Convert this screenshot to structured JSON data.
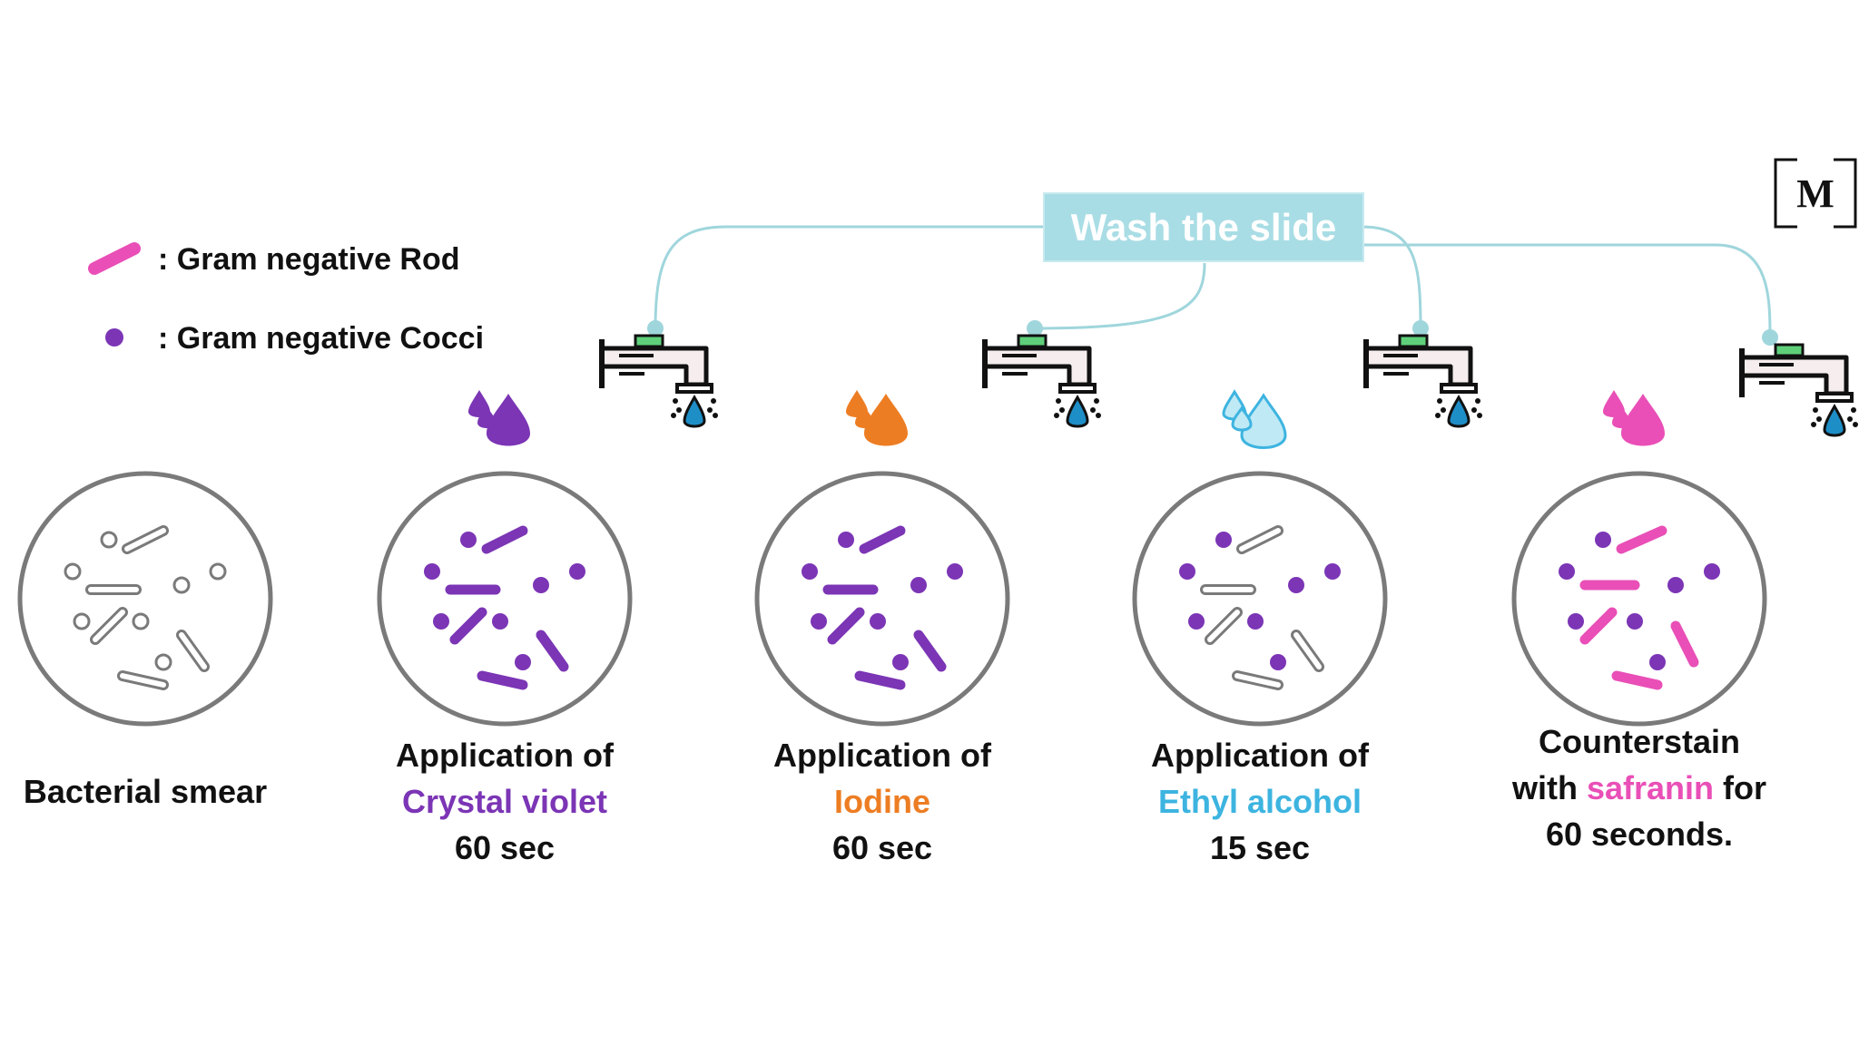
{
  "legend": {
    "rod_label": ": Gram negative Rod",
    "cocci_label": ": Gram negative Cocci"
  },
  "wash": {
    "label": "Wash the slide"
  },
  "logo": {
    "text": "M"
  },
  "colors": {
    "violet": "#7b35b5",
    "orange": "#ed7d23",
    "cyan": "#3db4e0",
    "pink": "#e94fb7",
    "outline": "#7a7a7a",
    "wash_box": "#a9dde5",
    "connector": "#9fd6dc",
    "water": "#1e8ec7",
    "valve": "#5fd07a"
  },
  "steps": [
    {
      "line1": "Bacterial smear",
      "line2": "",
      "line2_post": "",
      "line3": "",
      "color": ""
    },
    {
      "line1": "Application of",
      "line2": "Crystal violet",
      "line2_post": "",
      "line3": "60 sec",
      "color": "violet"
    },
    {
      "line1": "Application of",
      "line2": "Iodine",
      "line2_post": "",
      "line3": "60 sec",
      "color": "orange"
    },
    {
      "line1": "Application of",
      "line2": "Ethyl alcohol",
      "line2_post": "",
      "line3": "15 sec",
      "color": "cyan"
    },
    {
      "line1": "Counterstain",
      "line2_pre": "with ",
      "line2": "safranin",
      "line2_post": " for",
      "line3": "60 seconds.",
      "color": "pink"
    }
  ]
}
